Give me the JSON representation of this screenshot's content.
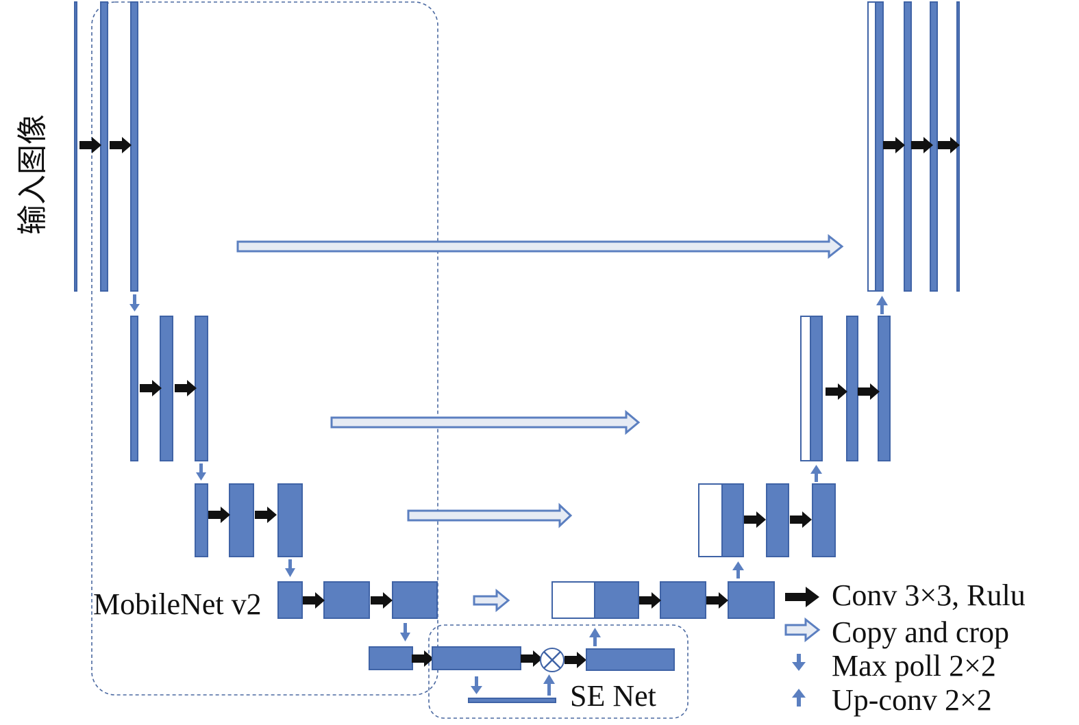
{
  "diagram": {
    "input_label": "输入图像",
    "encoder_label": "MobileNet v2",
    "se_label": "SE Net",
    "multiply_symbol": "⊗"
  },
  "legend": {
    "conv": "Conv 3×3, Rulu",
    "copy": "Copy and crop",
    "pool": "Max poll 2×2",
    "upconv": "Up-conv 2×2"
  },
  "colors": {
    "feature_map": "#5b7fc0",
    "feature_map_border": "#3f63a6",
    "conv_arrow": "#111111",
    "copy_arrow_fill": "#e6ebf4",
    "region_border": "#4a68a0"
  }
}
